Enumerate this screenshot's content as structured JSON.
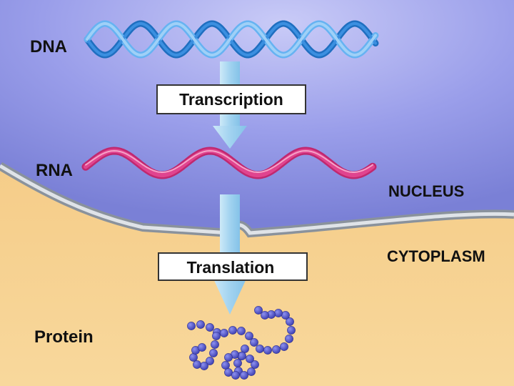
{
  "labels": {
    "dna": "DNA",
    "rna": "RNA",
    "protein": "Protein",
    "nucleus": "NUCLEUS",
    "cytoplasm": "CYTOPLASM"
  },
  "steps": {
    "transcription": "Transcription",
    "translation": "Translation"
  },
  "colors": {
    "nucleus": "#8a8fe0",
    "cytoplasm": "#f6cf86",
    "membrane": "#9ea6b0",
    "dna": "#3b8fe0",
    "rna": "#e0448f",
    "arrow": "#a7d6f2",
    "protein_bead": "#4d4fc4"
  }
}
